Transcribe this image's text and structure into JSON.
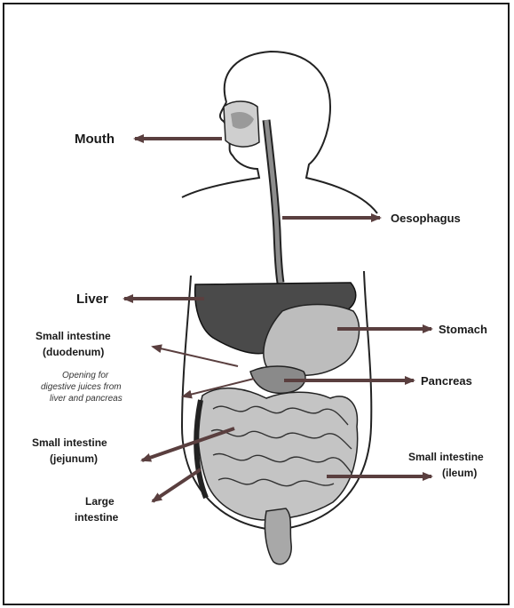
{
  "labels": {
    "mouth": "Mouth",
    "oesophagus": "Oesophagus",
    "liver": "Liver",
    "stomach": "Stomach",
    "duodenum_line1": "Small intestine",
    "duodenum_line2": "(duodenum)",
    "opening_line1": "Opening for",
    "opening_line2": "digestive juices from",
    "opening_line3": "liver and pancreas",
    "pancreas": "Pancreas",
    "jejunum_line1": "Small intestine",
    "jejunum_line2": "(jejunum)",
    "ileum_line1": "Small intestine",
    "ileum_line2": "(ileum)",
    "large_line1": "Large",
    "large_line2": "intestine"
  },
  "colors": {
    "arrow": "#5a3f3f",
    "liver": "#4a4a4a",
    "organ": "#bdbdbd",
    "outline": "#222222"
  }
}
